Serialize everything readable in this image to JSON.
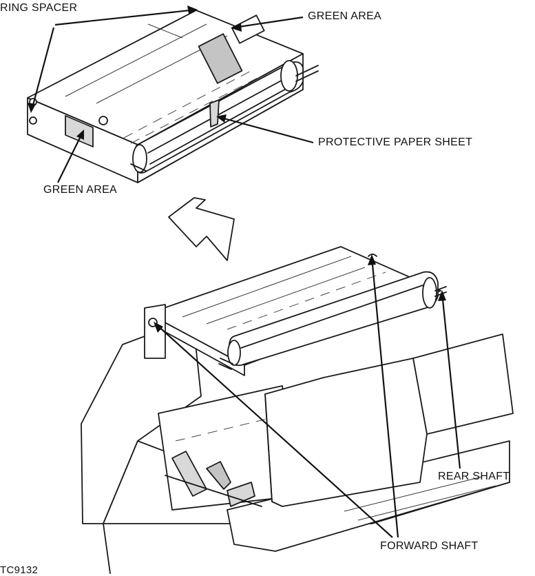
{
  "labels": {
    "ring_spacer": "RING SPACER",
    "green_area_top": "GREEN AREA",
    "protective_paper_sheet": "PROTECTIVE PAPER SHEET",
    "green_area_left": "GREEN AREA",
    "rear_shaft": "REAR SHAFT",
    "forward_shaft": "FORWARD SHAFT",
    "figure_code": "TC9132"
  }
}
